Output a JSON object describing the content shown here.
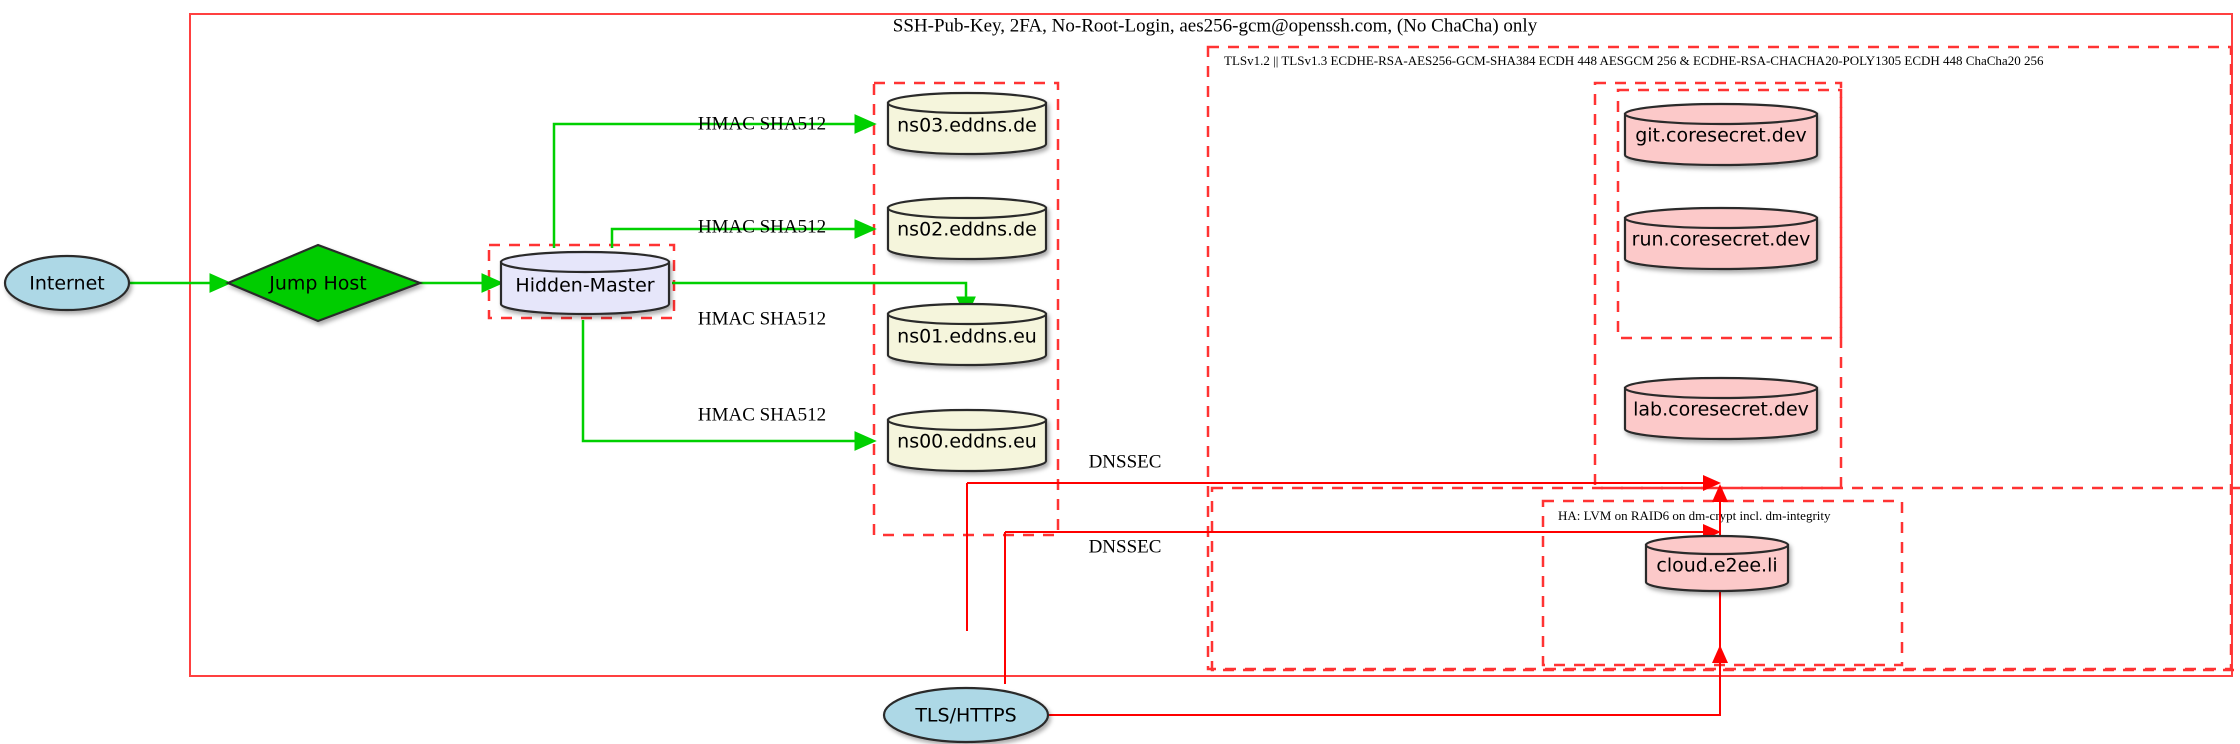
{
  "diagram": {
    "title_text": "SSH-Pub-Key, 2FA, No-Root-Login, aes256-gcm@openssh.com, (No ChaCha) only",
    "tls_boundary_label": "TLSv1.2 || TLSv1.3 ECDHE-RSA-AES256-GCM-SHA384 ECDH 448 AESGCM 256 & ECDHE-RSA-CHACHA20-POLY1305 ECDH 448 ChaCha20 256",
    "ha_boundary_label": "HA: LVM on RAID6 on dm-crypt incl. dm-integrity"
  },
  "nodes": {
    "internet": {
      "label": "Internet",
      "shape": "ellipse",
      "fill": "#add8e6"
    },
    "jump_host": {
      "label": "Jump Host",
      "shape": "diamond",
      "fill": "#00cc00"
    },
    "hidden_master": {
      "label": "Hidden-Master",
      "shape": "cylinder",
      "fill": "#e6e6fa"
    },
    "tls_https": {
      "label": "TLS/HTTPS",
      "shape": "ellipse",
      "fill": "#add8e6"
    },
    "ns03": {
      "label": "ns03.eddns.de",
      "shape": "cylinder",
      "fill": "#f5f5dc"
    },
    "ns02": {
      "label": "ns02.eddns.de",
      "shape": "cylinder",
      "fill": "#f5f5dc"
    },
    "ns01": {
      "label": "ns01.eddns.eu",
      "shape": "cylinder",
      "fill": "#f5f5dc"
    },
    "ns00": {
      "label": "ns00.eddns.eu",
      "shape": "cylinder",
      "fill": "#f5f5dc"
    },
    "git": {
      "label": "git.coresecret.dev",
      "shape": "cylinder",
      "fill": "#fcc9c9"
    },
    "run": {
      "label": "run.coresecret.dev",
      "shape": "cylinder",
      "fill": "#fcc9c9"
    },
    "lab": {
      "label": "lab.coresecret.dev",
      "shape": "cylinder",
      "fill": "#fcc9c9"
    },
    "cloud": {
      "label": "cloud.e2ee.li",
      "shape": "cylinder",
      "fill": "#fcc9c9"
    }
  },
  "edge_labels": {
    "hmac_ns03": "HMAC SHA512",
    "hmac_ns02": "HMAC SHA512",
    "hmac_ns01": "HMAC SHA512",
    "hmac_ns00": "HMAC SHA512",
    "dnssec_upper": "DNSSEC",
    "dnssec_lower": "DNSSEC"
  },
  "colors": {
    "boundary_red": "#ff4040",
    "dashed_red": "#ff3333",
    "edge_green": "#00d000",
    "edge_red": "#ff0000",
    "ellipse_blue": "#add8e6",
    "diamond_green": "#00cc00",
    "cylinder_lavender": "#e6e6fa",
    "cylinder_beige": "#f5f5dc",
    "cylinder_pink": "#fcc9c9"
  }
}
